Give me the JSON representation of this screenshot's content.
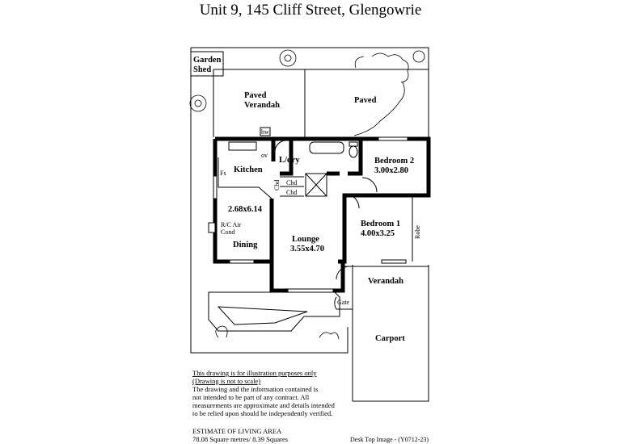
{
  "title": "Unit 9, 145 Cliff Street,  Glengowrie",
  "rooms": {
    "garden_shed_1": "Garden",
    "garden_shed_2": "Shed",
    "paved_verandah_1": "Paved",
    "paved_verandah_2": "Verandah",
    "paved": "Paved",
    "hw": "hw",
    "ov": "ov",
    "ldry": "L/dry",
    "kitchen": "Kitchen",
    "fs": "Fs",
    "cbd_a": "Cbd",
    "cbd_b": "Cbd",
    "cbd_c": "Cbd",
    "bedroom2": "Bedroom 2",
    "bedroom2_size": "3.00x2.80",
    "dims_kitchen_dining": "2.68x6.14",
    "rc_air_1": "R/C Air",
    "rc_air_2": "Cond",
    "bedroom1": "Bedroom 1",
    "bedroom1_size": "4.00x3.25",
    "robe": "Robe",
    "dining": "Dining",
    "lounge": "Lounge",
    "lounge_size": "3.55x4.70",
    "verandah": "Verandah",
    "gate": "Gate",
    "carport": "Carport"
  },
  "disclaimer": {
    "line1": "This drawing is for illustration purposes only",
    "line2": "(Drawing is not to scale)",
    "line3": "The drawing and the information contained is",
    "line4": "not intended to be part of any contract.  All",
    "line5": "measurements are approximate and details intended",
    "line6": "to be relied upon should be independently verified."
  },
  "estimate": {
    "heading": "ESTIMATE OF LIVING AREA",
    "value": "78.08 Square metres/  8.39 Squares"
  },
  "footer": "Desk Top Image -  (Y0712-23)"
}
